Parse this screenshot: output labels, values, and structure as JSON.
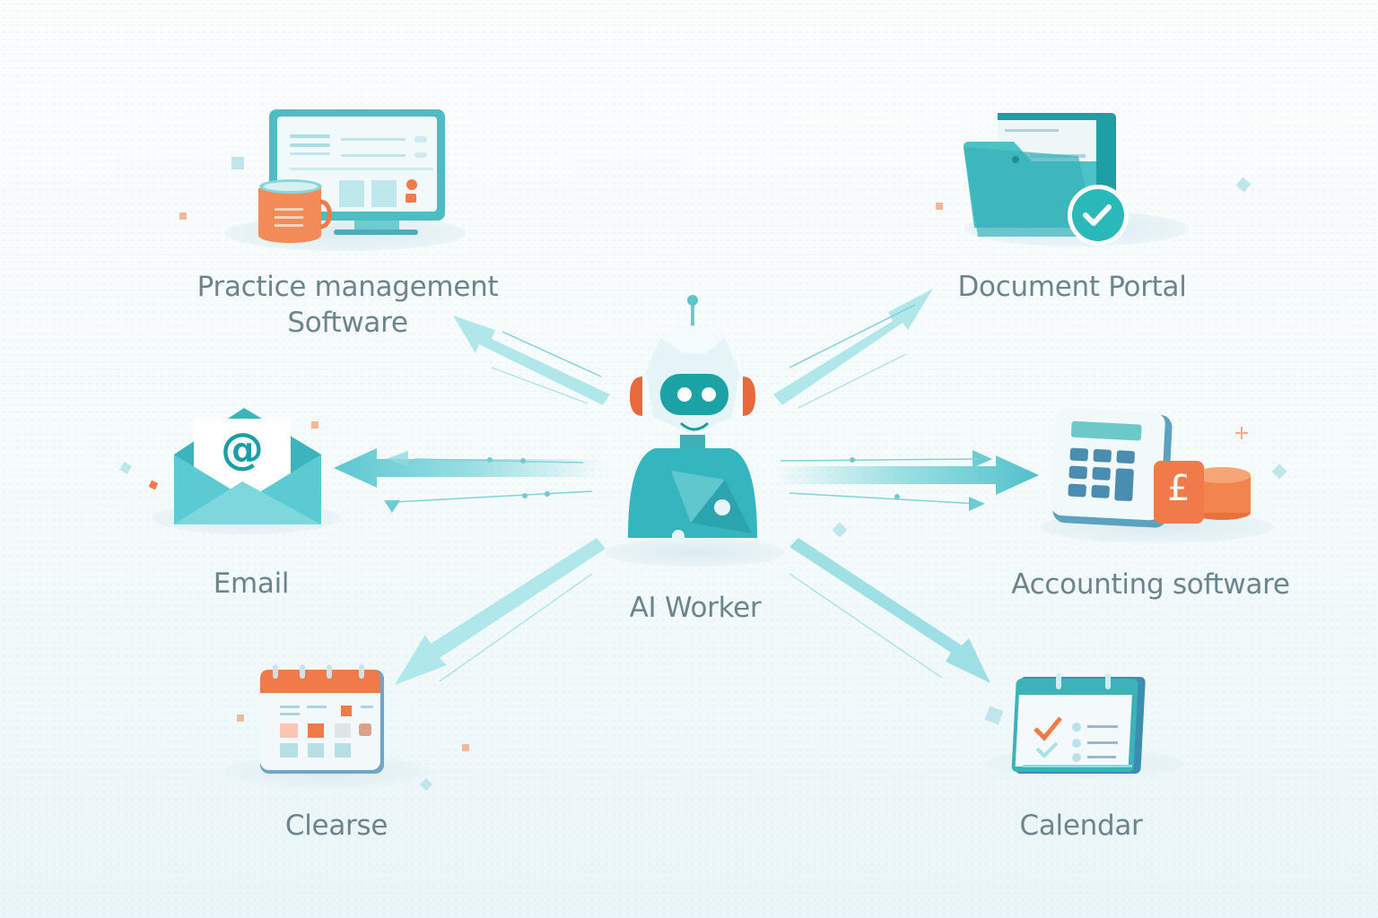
{
  "diagram": {
    "center": {
      "label": "AI Worker",
      "icon": "robot-icon"
    },
    "nodes": [
      {
        "id": "practice-management",
        "label_line1": "Practice management",
        "label_line2": "Software",
        "icon": "monitor-mug-icon"
      },
      {
        "id": "document-portal",
        "label": "Document Portal",
        "icon": "folder-check-icon"
      },
      {
        "id": "email",
        "label": "Email",
        "icon": "envelope-at-icon",
        "glyph": "@"
      },
      {
        "id": "accounting-software",
        "label": "Accounting software",
        "icon": "calculator-coins-icon",
        "glyph": "£"
      },
      {
        "id": "clearse",
        "label": "Clearse",
        "icon": "calendar-grid-icon"
      },
      {
        "id": "calendar",
        "label": "Calendar",
        "icon": "calendar-checklist-icon"
      }
    ],
    "connections": [
      {
        "from": "ai-worker",
        "to": "practice-management",
        "direction": "outward"
      },
      {
        "from": "ai-worker",
        "to": "document-portal",
        "direction": "outward"
      },
      {
        "from": "ai-worker",
        "to": "email",
        "direction": "outward"
      },
      {
        "from": "ai-worker",
        "to": "accounting-software",
        "direction": "outward"
      },
      {
        "from": "ai-worker",
        "to": "clearse",
        "direction": "outward"
      },
      {
        "from": "ai-worker",
        "to": "calendar",
        "direction": "outward"
      }
    ]
  },
  "colors": {
    "teal": "#2fb3b8",
    "teal_dark": "#1a9aa3",
    "teal_light": "#8fdbe0",
    "orange": "#f07a4a",
    "label": "#6c848c",
    "background": "#f4fafb"
  }
}
